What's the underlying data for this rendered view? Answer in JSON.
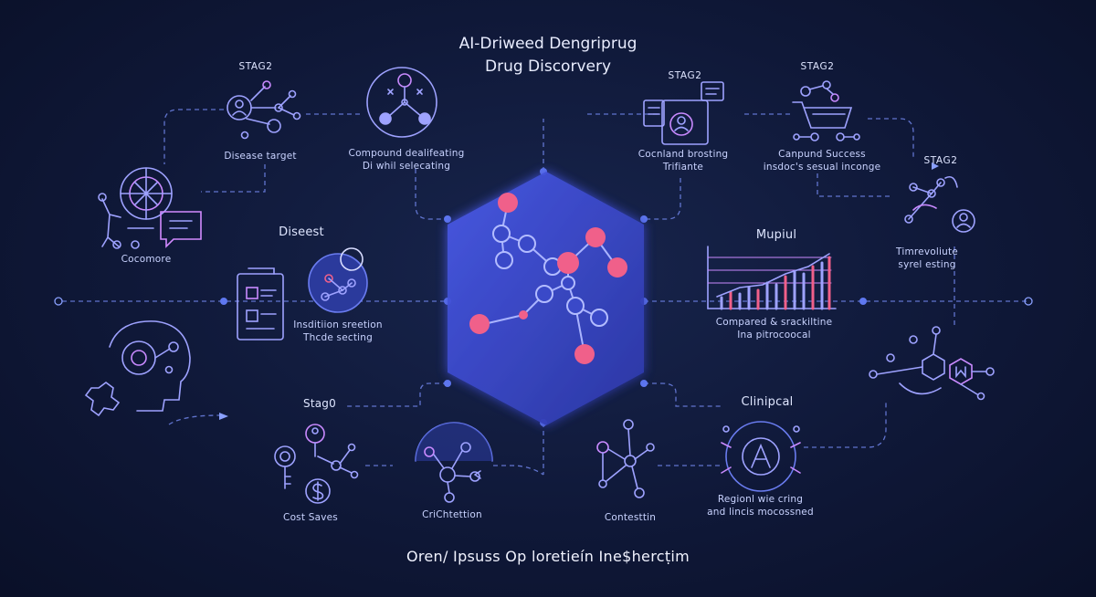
{
  "title": {
    "line1": "AI-Driweed Dengriprug",
    "line2": "Drug  Discorvery"
  },
  "footer": "Oren/ Ipsuss Op loretieín Ine$hercṭim",
  "colors": {
    "background": "#0f1838",
    "line": "#8aa0ff",
    "icon": "#9ea2ff",
    "accent": "#f0608a",
    "hexagon": "#3f4fd6"
  },
  "labels": {
    "stage_top_left": "STAG2",
    "disease_target": "Disease target",
    "compound_screening": "Compound dealifeating\nDi whil selecating",
    "stage_top_center_right": "STAG2",
    "cocnland_treating": "Cocnland brosting\nTrifiante",
    "stage_top_right": "STAG2",
    "compound_success": "Canpund Success\ninsdoc's sesual inconge",
    "stage_right": "STAG2",
    "cocomore": "Cocomore",
    "disest": "Diseest",
    "inndition_screening": "Insditiion sreetion\nThcde secting",
    "mupiul": "Mupiul",
    "compared_predictive": "Compared & srackiltine\nIna pitrocoocal",
    "timevolute": "Timrevoliute\nsyrel esting",
    "stage_bottom_left": "Stag0",
    "clinipcal": "Clinipcal",
    "cost_saves": "Cost Saves",
    "crichtettion": "CriChtettion",
    "contestin": "Contesttin",
    "regional_drug": "Regionl wie cring\nand lincis mocossned"
  },
  "icons": [
    "person-network-icon",
    "molecule-circle-icon",
    "browser-person-icon",
    "cart-network-icon",
    "target-crosshair-icon",
    "chat-bubble-icon",
    "document-form-icon",
    "magnifier-molecule-icon",
    "bar-chart-icon",
    "network-person-icon",
    "head-brain-icon",
    "hexagon-network-icon",
    "key-dollar-icon",
    "half-molecule-icon",
    "branch-network-icon",
    "ai-chip-icon",
    "central-molecule-hexagon-icon"
  ]
}
